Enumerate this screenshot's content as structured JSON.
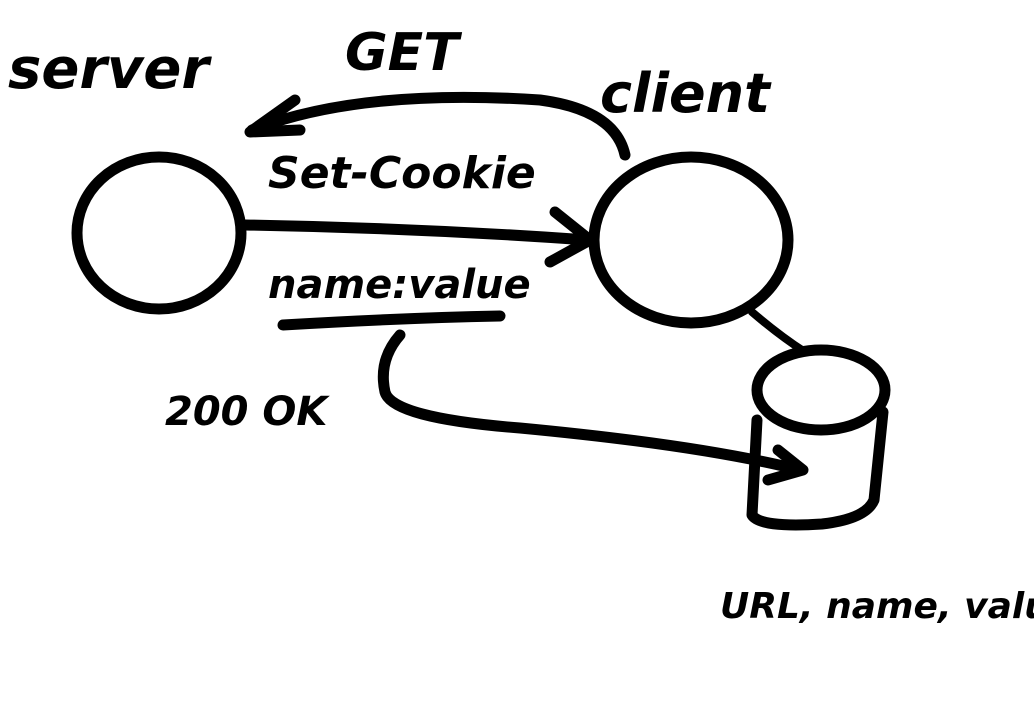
{
  "labels": {
    "server": "server",
    "client": "client",
    "get": "GET",
    "set_cookie": "Set-Cookie",
    "name_value": "name:value",
    "ok": "200 OK",
    "storage": "URL, name, value"
  },
  "colors": {
    "ink": "#000000",
    "paper": "#ffffff"
  }
}
